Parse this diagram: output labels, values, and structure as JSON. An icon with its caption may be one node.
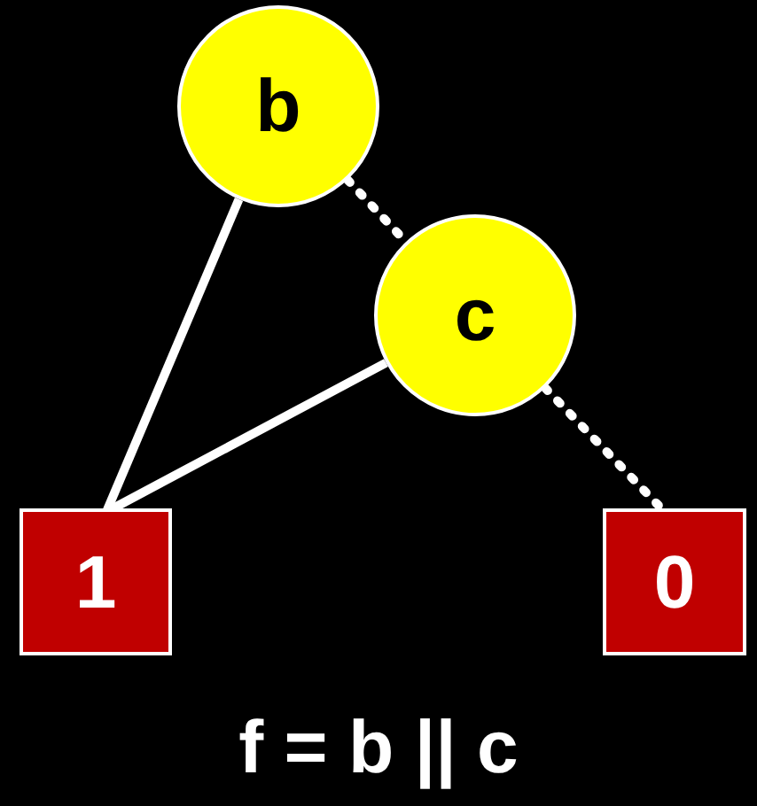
{
  "diagram": {
    "title": "f = b || c",
    "nodes": [
      {
        "text": [
          "b"
        ]
      },
      {
        "text": [
          "c"
        ]
      },
      {
        "text": [
          "1"
        ]
      },
      {
        "text": [
          "0"
        ]
      }
    ],
    "edges": [
      {
        "from": 0,
        "to": 2,
        "arrow": "none"
      },
      {
        "from": 1,
        "to": 2,
        "arrow": "none"
      },
      {
        "from": 0,
        "to": 1,
        "arrow": "none",
        "style": "dashed"
      },
      {
        "from": 1,
        "to": 3,
        "arrow": "none",
        "style": "dashed"
      }
    ]
  }
}
